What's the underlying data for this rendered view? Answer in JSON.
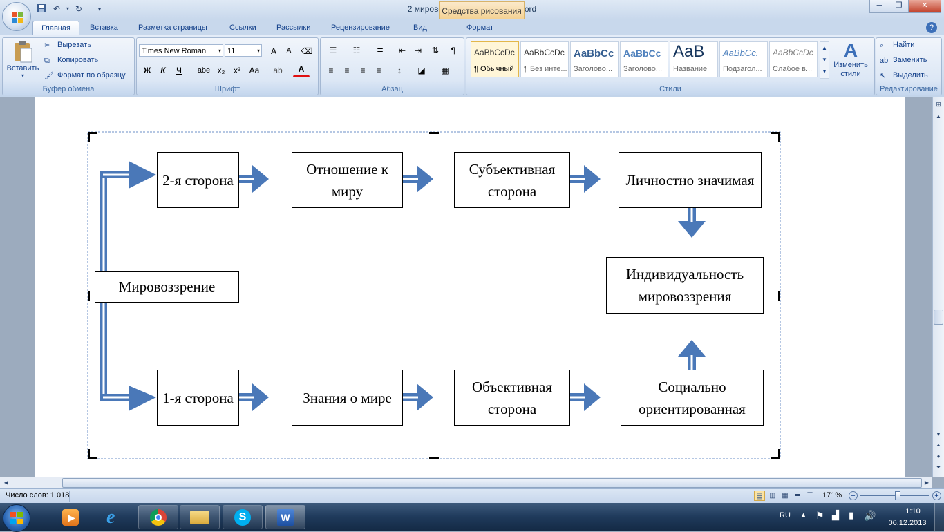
{
  "window": {
    "title": "2 мировоззрение - Microsoft Word",
    "context_tab": "Средства рисования"
  },
  "qat": {
    "save": "save-icon",
    "undo": "undo-icon",
    "redo": "redo-icon"
  },
  "tabs": [
    "Главная",
    "Вставка",
    "Разметка страницы",
    "Ссылки",
    "Рассылки",
    "Рецензирование",
    "Вид",
    "Формат"
  ],
  "clipboard": {
    "paste": "Вставить",
    "cut": "Вырезать",
    "copy": "Копировать",
    "format_painter": "Формат по образцу",
    "label": "Буфер обмена"
  },
  "font": {
    "name": "Times New Roman",
    "size": "11",
    "label": "Шрифт",
    "bold": "Ж",
    "italic": "К",
    "underline": "Ч",
    "strike": "abe",
    "sub": "x₂",
    "sup": "x²",
    "case": "Aa",
    "grow": "A",
    "shrink": "A"
  },
  "paragraph": {
    "label": "Абзац",
    "pilcrow": "¶"
  },
  "styles": {
    "label": "Стили",
    "items": [
      {
        "sample": "AaBbCcDc",
        "name": "¶ Обычный"
      },
      {
        "sample": "AaBbCcDc",
        "name": "¶ Без инте..."
      },
      {
        "sample": "AaBbCc",
        "name": "Заголово..."
      },
      {
        "sample": "AaBbCc",
        "name": "Заголово..."
      },
      {
        "sample": "AaB",
        "name": "Название"
      },
      {
        "sample": "AaBbCc.",
        "name": "Подзагол..."
      },
      {
        "sample": "AaBbCcDc",
        "name": "Слабое в..."
      }
    ],
    "change_styles": "Изменить стили"
  },
  "editing": {
    "find": "Найти",
    "replace": "Заменить",
    "select": "Выделить",
    "label": "Редактирование"
  },
  "diagram": {
    "center": "Мировоззрение",
    "top": [
      "2-я сторона",
      "Отношение к миру",
      "Субъективная сторона",
      "Личностно значимая"
    ],
    "bottom": [
      "1-я сторона",
      "Знания о мире",
      "Объективная сторона",
      "Социально ориентированная"
    ],
    "result": "Индивидуальность мировоззрения",
    "arrow_color": "#4a78b8"
  },
  "status": {
    "words": "Число слов: 1 018",
    "zoom": "171%"
  },
  "taskbar": {
    "lang": "RU",
    "time": "1:10",
    "date": "06.12.2013"
  }
}
